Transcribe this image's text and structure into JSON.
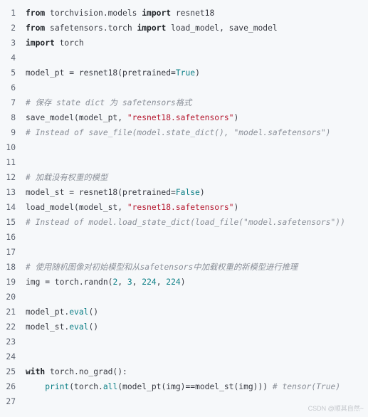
{
  "code_lines": [
    {
      "n": "1",
      "parts": [
        [
          "kw",
          "from"
        ],
        [
          "p",
          " torchvision.models "
        ],
        [
          "kw",
          "import"
        ],
        [
          "p",
          " resnet18"
        ]
      ]
    },
    {
      "n": "2",
      "parts": [
        [
          "kw",
          "from"
        ],
        [
          "p",
          " safetensors.torch "
        ],
        [
          "kw",
          "import"
        ],
        [
          "p",
          " load_model, save_model"
        ]
      ]
    },
    {
      "n": "3",
      "parts": [
        [
          "kw",
          "import"
        ],
        [
          "p",
          " torch"
        ]
      ]
    },
    {
      "n": "4",
      "parts": []
    },
    {
      "n": "5",
      "parts": [
        [
          "p",
          "model_pt = resnet18(pretrained="
        ],
        [
          "bool",
          "True"
        ],
        [
          "p",
          ")"
        ]
      ]
    },
    {
      "n": "6",
      "parts": []
    },
    {
      "n": "7",
      "parts": [
        [
          "com",
          "# 保存 state dict 为 safetensors格式"
        ]
      ]
    },
    {
      "n": "8",
      "parts": [
        [
          "p",
          "save_model(model_pt, "
        ],
        [
          "str",
          "\"resnet18.safetensors\""
        ],
        [
          "p",
          ")"
        ]
      ]
    },
    {
      "n": "9",
      "parts": [
        [
          "com",
          "# Instead of save_file(model.state_dict(), \"model.safetensors\")"
        ]
      ]
    },
    {
      "n": "10",
      "parts": []
    },
    {
      "n": "11",
      "parts": []
    },
    {
      "n": "12",
      "parts": [
        [
          "com",
          "# 加载没有权重的模型"
        ]
      ]
    },
    {
      "n": "13",
      "parts": [
        [
          "p",
          "model_st = resnet18(pretrained="
        ],
        [
          "bool",
          "False"
        ],
        [
          "p",
          ")"
        ]
      ]
    },
    {
      "n": "14",
      "parts": [
        [
          "p",
          "load_model(model_st, "
        ],
        [
          "str",
          "\"resnet18.safetensors\""
        ],
        [
          "p",
          ")"
        ]
      ]
    },
    {
      "n": "15",
      "parts": [
        [
          "com",
          "# Instead of model.load_state_dict(load_file(\"model.safetensors\"))"
        ]
      ]
    },
    {
      "n": "16",
      "parts": []
    },
    {
      "n": "17",
      "parts": []
    },
    {
      "n": "18",
      "parts": [
        [
          "com",
          "# 使用随机图像对初始模型和从safetensors中加载权重的新模型进行推理"
        ]
      ]
    },
    {
      "n": "19",
      "parts": [
        [
          "p",
          "img = torch.randn("
        ],
        [
          "num",
          "2"
        ],
        [
          "p",
          ", "
        ],
        [
          "num",
          "3"
        ],
        [
          "p",
          ", "
        ],
        [
          "num",
          "224"
        ],
        [
          "p",
          ", "
        ],
        [
          "num",
          "224"
        ],
        [
          "p",
          ")"
        ]
      ]
    },
    {
      "n": "20",
      "parts": []
    },
    {
      "n": "21",
      "parts": [
        [
          "p",
          "model_pt."
        ],
        [
          "bi",
          "eval"
        ],
        [
          "p",
          "()"
        ]
      ]
    },
    {
      "n": "22",
      "parts": [
        [
          "p",
          "model_st."
        ],
        [
          "bi",
          "eval"
        ],
        [
          "p",
          "()"
        ]
      ]
    },
    {
      "n": "23",
      "parts": []
    },
    {
      "n": "24",
      "parts": []
    },
    {
      "n": "25",
      "parts": [
        [
          "kw",
          "with"
        ],
        [
          "p",
          " torch.no_grad():"
        ]
      ]
    },
    {
      "n": "26",
      "parts": [
        [
          "p",
          "    "
        ],
        [
          "bi",
          "print"
        ],
        [
          "p",
          "(torch."
        ],
        [
          "bi",
          "all"
        ],
        [
          "p",
          "(model_pt(img)==model_st(img))) "
        ],
        [
          "com",
          "# tensor(True)"
        ]
      ]
    },
    {
      "n": "27",
      "parts": []
    }
  ],
  "footer": {
    "watermark": "CSDN @顺其自然~"
  }
}
